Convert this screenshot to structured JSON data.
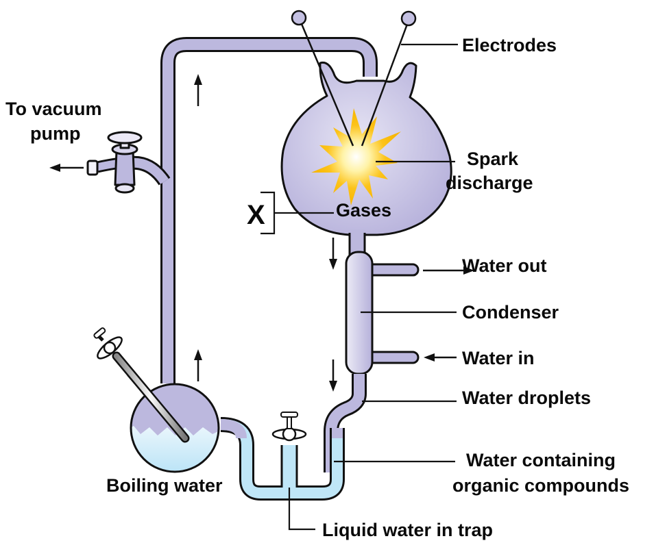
{
  "diagram": {
    "title": "Miller-Urey experiment apparatus",
    "colors": {
      "gas": "#bcb8de",
      "water_light": "#e4f3fb",
      "water": "#bfe6f7",
      "spark_outer": "#f7b500",
      "spark_inner": "#fff7c8",
      "line": "#111111"
    },
    "labels": {
      "electrodes": "Electrodes",
      "to_vacuum_line1": "To vacuum",
      "to_vacuum_line2": "pump",
      "spark_line1": "Spark",
      "spark_line2": "discharge",
      "gases": "Gases",
      "x_marker": "X",
      "water_out": "Water out",
      "condenser": "Condenser",
      "water_in": "Water in",
      "water_droplets": "Water droplets",
      "organic_line1": "Water containing",
      "organic_line2": "organic compounds",
      "boiling_water": "Boiling water",
      "trap": "Liquid water in trap"
    },
    "flow_arrows": [
      "up",
      "up",
      "down",
      "down"
    ],
    "icons": [
      "electrode-ball-icon",
      "spark-icon",
      "stopcock-icon",
      "heater-rod-icon",
      "vacuum-valve-icon"
    ]
  }
}
